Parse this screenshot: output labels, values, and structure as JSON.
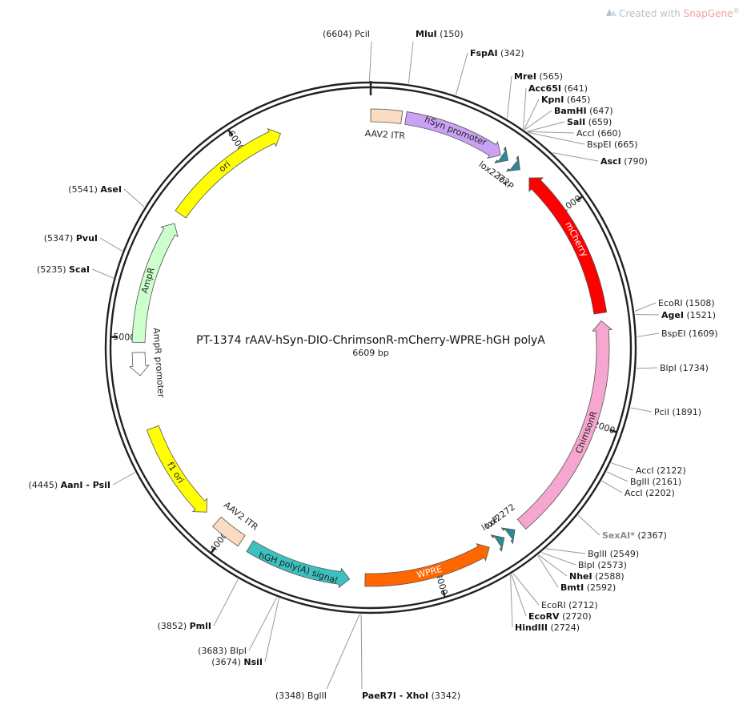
{
  "watermark": {
    "prefix": "Created with ",
    "brand": "SnapGene",
    "reg": "®",
    "icon": "snapgene-logo"
  },
  "plasmid": {
    "name": "PT-1374   rAAV-hSyn-DIO-ChrimsonR-mCherry-WPRE-hGH polyA",
    "size_label": "6609 bp",
    "length": 6609
  },
  "ticks": [
    {
      "pos": 1000,
      "label": "1000"
    },
    {
      "pos": 2000,
      "label": "2000"
    },
    {
      "pos": 3000,
      "label": "3000"
    },
    {
      "pos": 4000,
      "label": "4000"
    },
    {
      "pos": 5000,
      "label": "5000"
    },
    {
      "pos": 6000,
      "label": "6000"
    }
  ],
  "features": [
    {
      "name": "ori",
      "start": 5600,
      "end": 6190,
      "dir": 1,
      "color": "#ffff00",
      "label_color": "#222222"
    },
    {
      "name": "AAV2 ITR",
      "start": 0,
      "end": 141,
      "dir": 0,
      "color": "#fbdcc0",
      "label_color": "#222222"
    },
    {
      "name": "hSyn promoter",
      "start": 160,
      "end": 625,
      "dir": 1,
      "color": "#c9a2f5",
      "label_color": "#222222"
    },
    {
      "name": "lox2272",
      "start": 632,
      "end": 666,
      "dir": 1,
      "color": "#2a8a9a",
      "label_color": "#222222"
    },
    {
      "name": "loxP",
      "start": 700,
      "end": 734,
      "dir": 1,
      "color": "#2a8a9a",
      "label_color": "#222222"
    },
    {
      "name": "mCherry",
      "start": 790,
      "end": 1495,
      "dir": -1,
      "color": "#ff0000",
      "label_color": "#ffffff"
    },
    {
      "name": "ChimsonR",
      "start": 1530,
      "end": 2560,
      "dir": -1,
      "color": "#f7a6cf",
      "label_color": "#222222"
    },
    {
      "name": "lox2272",
      "start": 2600,
      "end": 2634,
      "dir": -1,
      "color": "#2a8a9a",
      "label_color": "#222222"
    },
    {
      "name": "loxP",
      "start": 2660,
      "end": 2694,
      "dir": -1,
      "color": "#2a8a9a",
      "label_color": "#222222"
    },
    {
      "name": "WPRE",
      "start": 2740,
      "end": 3330,
      "dir": -1,
      "color": "#ff6600",
      "label_color": "#ffffff"
    },
    {
      "name": "hGH poly(A) signal",
      "start": 3400,
      "end": 3880,
      "dir": -1,
      "color": "#3cc0c0",
      "label_color": "#222222"
    },
    {
      "name": "AAV2 ITR",
      "start": 3925,
      "end": 4066,
      "dir": 0,
      "color": "#fbdcc0",
      "label_color": "#222222"
    },
    {
      "name": "f1 ori",
      "start": 4130,
      "end": 4586,
      "dir": -1,
      "color": "#ffff00",
      "label_color": "#222222"
    },
    {
      "name": "AmpR promoter",
      "start": 4830,
      "end": 4935,
      "dir": -1,
      "color": "#ffffff",
      "label_color": "#222222"
    },
    {
      "name": "AmpR",
      "start": 4980,
      "end": 5550,
      "dir": 1,
      "color": "#ccffcc",
      "label_color": "#222222"
    }
  ],
  "sites": [
    {
      "name": "PciI",
      "pos": 6604,
      "num": "(6604)",
      "side": "left",
      "bold": false,
      "grey": false,
      "label_x": 462,
      "label_y": 46
    },
    {
      "name": "MluI",
      "pos": 150,
      "num": "(150)",
      "side": "right",
      "bold": true,
      "grey": false,
      "label_x": 519,
      "label_y": 46
    },
    {
      "name": "FspAI",
      "pos": 342,
      "num": "(342)",
      "side": "right",
      "bold": true,
      "grey": false,
      "label_x": 587,
      "label_y": 70
    },
    {
      "name": "MreI",
      "pos": 565,
      "num": "(565)",
      "side": "right",
      "bold": true,
      "grey": false,
      "label_x": 642,
      "label_y": 99
    },
    {
      "name": "Acc65I",
      "pos": 641,
      "num": "(641)",
      "side": "right",
      "bold": true,
      "grey": false,
      "label_x": 660,
      "label_y": 114
    },
    {
      "name": "KpnI",
      "pos": 645,
      "num": "(645)",
      "side": "right",
      "bold": true,
      "grey": false,
      "label_x": 676,
      "label_y": 128
    },
    {
      "name": "BamHI",
      "pos": 647,
      "num": "(647)",
      "side": "right",
      "bold": true,
      "grey": false,
      "label_x": 692,
      "label_y": 142
    },
    {
      "name": "SalI",
      "pos": 659,
      "num": "(659)",
      "side": "right",
      "bold": true,
      "grey": false,
      "label_x": 708,
      "label_y": 156
    },
    {
      "name": "AccI",
      "pos": 660,
      "num": "(660)",
      "side": "right",
      "bold": false,
      "grey": false,
      "label_x": 720,
      "label_y": 170
    },
    {
      "name": "BspEI",
      "pos": 665,
      "num": "(665)",
      "side": "right",
      "bold": false,
      "grey": false,
      "label_x": 733,
      "label_y": 184
    },
    {
      "name": "AscI",
      "pos": 790,
      "num": "(790)",
      "side": "right",
      "bold": true,
      "grey": false,
      "label_x": 750,
      "label_y": 205
    },
    {
      "name": "EcoRI",
      "pos": 1508,
      "num": "(1508)",
      "side": "right",
      "bold": false,
      "grey": false,
      "label_x": 822,
      "label_y": 382
    },
    {
      "name": "AgeI",
      "pos": 1521,
      "num": "(1521)",
      "side": "right",
      "bold": true,
      "grey": false,
      "label_x": 826,
      "label_y": 397
    },
    {
      "name": "BspEI",
      "pos": 1609,
      "num": "(1609)",
      "side": "right",
      "bold": false,
      "grey": false,
      "label_x": 826,
      "label_y": 420
    },
    {
      "name": "BlpI",
      "pos": 1734,
      "num": "(1734)",
      "side": "right",
      "bold": false,
      "grey": false,
      "label_x": 824,
      "label_y": 463
    },
    {
      "name": "PciI",
      "pos": 1891,
      "num": "(1891)",
      "side": "right",
      "bold": false,
      "grey": false,
      "label_x": 817,
      "label_y": 518
    },
    {
      "name": "AccI",
      "pos": 2122,
      "num": "(2122)",
      "side": "right",
      "bold": false,
      "grey": false,
      "label_x": 794,
      "label_y": 591
    },
    {
      "name": "BglII",
      "pos": 2161,
      "num": "(2161)",
      "side": "right",
      "bold": false,
      "grey": false,
      "label_x": 787,
      "label_y": 605
    },
    {
      "name": "AccI",
      "pos": 2202,
      "num": "(2202)",
      "side": "right",
      "bold": false,
      "grey": false,
      "label_x": 780,
      "label_y": 619
    },
    {
      "name": "SexAI*",
      "pos": 2367,
      "num": "(2367)",
      "side": "right",
      "bold": true,
      "grey": true,
      "label_x": 752,
      "label_y": 672
    },
    {
      "name": "BglII",
      "pos": 2549,
      "num": "(2549)",
      "side": "right",
      "bold": false,
      "grey": false,
      "label_x": 734,
      "label_y": 695
    },
    {
      "name": "BlpI",
      "pos": 2573,
      "num": "(2573)",
      "side": "right",
      "bold": false,
      "grey": false,
      "label_x": 722,
      "label_y": 709
    },
    {
      "name": "NheI",
      "pos": 2588,
      "num": "(2588)",
      "side": "right",
      "bold": true,
      "grey": false,
      "label_x": 711,
      "label_y": 723
    },
    {
      "name": "BmtI",
      "pos": 2592,
      "num": "(2592)",
      "side": "right",
      "bold": true,
      "grey": false,
      "label_x": 700,
      "label_y": 737
    },
    {
      "name": "EcoRI",
      "pos": 2712,
      "num": "(2712)",
      "side": "right",
      "bold": false,
      "grey": false,
      "label_x": 676,
      "label_y": 759
    },
    {
      "name": "EcoRV",
      "pos": 2720,
      "num": "(2720)",
      "side": "right",
      "bold": true,
      "grey": false,
      "label_x": 660,
      "label_y": 773
    },
    {
      "name": "HindIII",
      "pos": 2724,
      "num": "(2724)",
      "side": "right",
      "bold": true,
      "grey": false,
      "label_x": 643,
      "label_y": 787
    },
    {
      "name": "PaeR7I - XhoI",
      "pos": 3342,
      "num": "(3342)",
      "side": "right",
      "bold": true,
      "grey": false,
      "label_x": 452,
      "label_y": 872
    },
    {
      "name": "BglII",
      "pos": 3348,
      "num": "(3348)",
      "side": "left",
      "bold": false,
      "grey": false,
      "label_x": 408,
      "label_y": 872
    },
    {
      "name": "NsiI",
      "pos": 3674,
      "num": "(3674)",
      "side": "left",
      "bold": true,
      "grey": false,
      "label_x": 328,
      "label_y": 830
    },
    {
      "name": "BlpI",
      "pos": 3683,
      "num": "(3683)",
      "side": "left",
      "bold": false,
      "grey": false,
      "label_x": 308,
      "label_y": 816
    },
    {
      "name": "PmlI",
      "pos": 3852,
      "num": "(3852)",
      "side": "left",
      "bold": true,
      "grey": false,
      "label_x": 264,
      "label_y": 785
    },
    {
      "name": "AanI - PsiI",
      "pos": 4445,
      "num": "(4445)",
      "side": "left",
      "bold": true,
      "grey": false,
      "label_x": 138,
      "label_y": 609
    },
    {
      "name": "ScaI",
      "pos": 5235,
      "num": "(5235)",
      "side": "left",
      "bold": true,
      "grey": false,
      "label_x": 112,
      "label_y": 340
    },
    {
      "name": "PvuI",
      "pos": 5347,
      "num": "(5347)",
      "side": "left",
      "bold": true,
      "grey": false,
      "label_x": 122,
      "label_y": 301
    },
    {
      "name": "AseI",
      "pos": 5541,
      "num": "(5541)",
      "side": "left",
      "bold": true,
      "grey": false,
      "label_x": 152,
      "label_y": 240
    }
  ]
}
